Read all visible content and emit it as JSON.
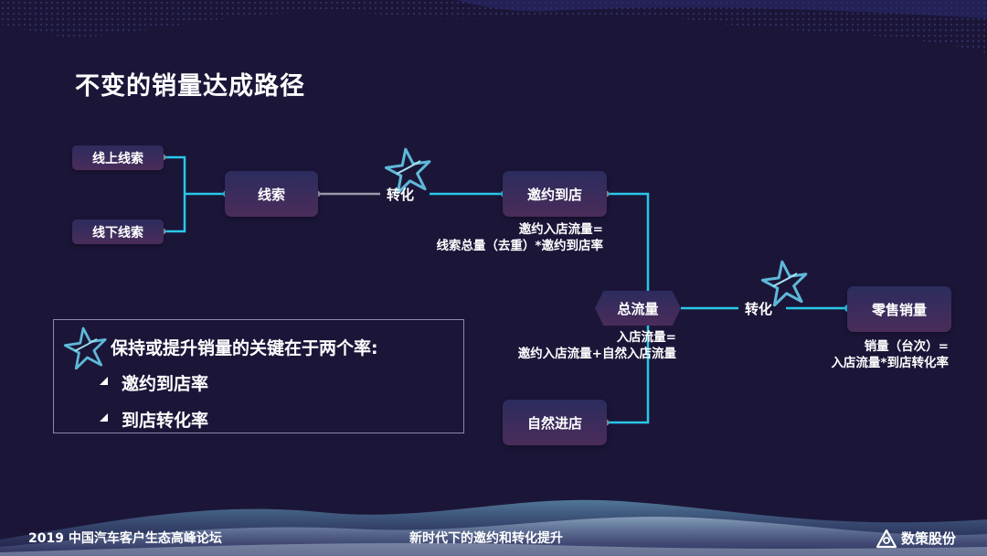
{
  "title": "不变的销量达成路径",
  "nodes": {
    "online_leads": "线上线索",
    "offline_leads": "线下线索",
    "leads": "线索",
    "invited": "邀约到店",
    "total_traffic": "总流量",
    "natural": "自然进店",
    "sales": "零售销量"
  },
  "labels": {
    "convert_1": "转化",
    "convert_2": "转化"
  },
  "formulas": {
    "invited_line1": "邀约入店流量=",
    "invited_line2": "线索总量（去重）*邀约到店率",
    "traffic_line1": "入店流量=",
    "traffic_line2": "邀约入店流量+自然入店流量",
    "sales_line1": "销量（台次）=",
    "sales_line2": "入店流量*到店转化率"
  },
  "key_box": {
    "heading": "保持或提升销量的关键在于两个率:",
    "items": [
      "邀约到店率",
      "到店转化率"
    ]
  },
  "footer": {
    "forum": "2019 中国汽车客户生态高峰论坛",
    "topic": "新时代下的邀约和转化提升",
    "brand": "数策股份"
  },
  "colors": {
    "background": "#1b1638",
    "connector": "#29c8e8",
    "neutral_connector": "#9a9aaa",
    "node_top": "#2c2c5e",
    "node_bottom": "#4a2c5a",
    "star": "#5fb8d8"
  },
  "icons": [
    "star-icon",
    "bullet-triangle-icon",
    "brand-logo-icon"
  ]
}
